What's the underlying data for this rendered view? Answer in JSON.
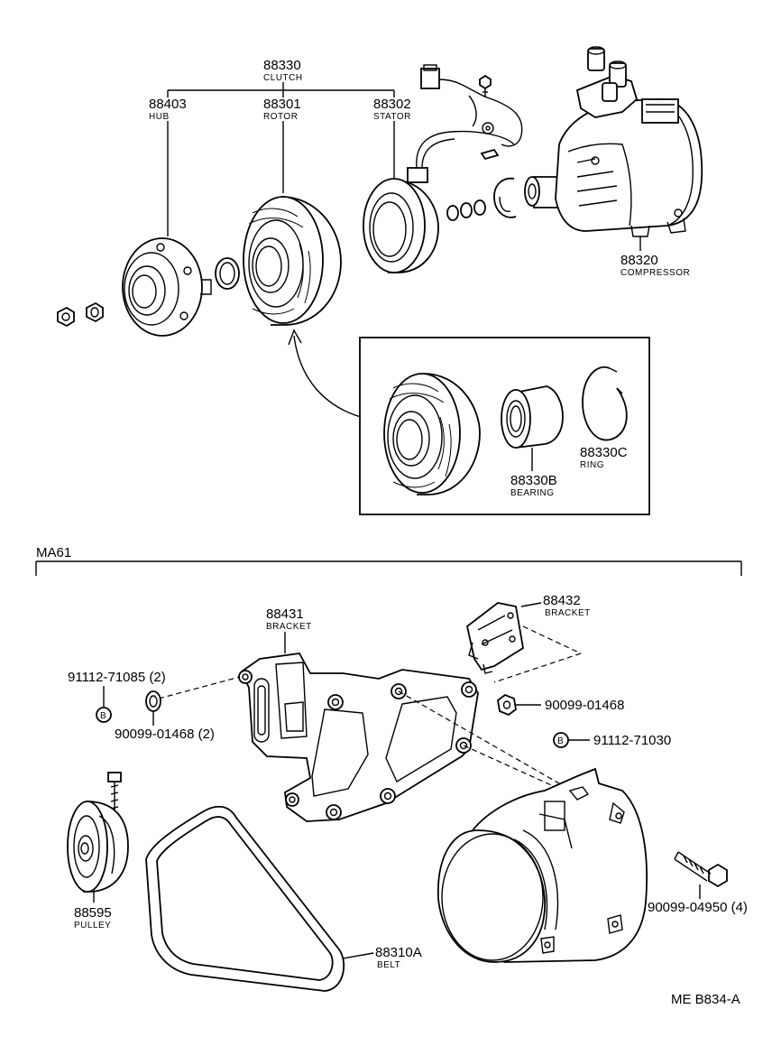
{
  "diagram": {
    "clutch": {
      "number": "88330",
      "name": "CLUTCH"
    },
    "hub": {
      "number": "88403",
      "name": "HUB"
    },
    "rotor": {
      "number": "88301",
      "name": "ROTOR"
    },
    "stator": {
      "number": "88302",
      "name": "STATOR"
    },
    "compressor": {
      "number": "88320",
      "name": "COMPRESSOR"
    },
    "bearing": {
      "number": "88330B",
      "name": "BEARING"
    },
    "ring": {
      "number": "88330C",
      "name": "RING"
    },
    "section": "MA61",
    "bracket_main": {
      "number": "88431",
      "name": "BRACKET"
    },
    "bracket_small": {
      "number": "88432",
      "name": "BRACKET"
    },
    "bolt_left": "91112-71085 (2)",
    "nut_left": "90099-01468 (2)",
    "nut_right": "90099-01468",
    "bolt_right": "91112-71030",
    "b_mark": "B",
    "pulley": {
      "number": "88595",
      "name": "PULLEY"
    },
    "belt": {
      "number": "88310A",
      "name": "BELT"
    },
    "bolt_bottom": "90099-04950 (4)",
    "figure_code": "ME  B834-A"
  }
}
